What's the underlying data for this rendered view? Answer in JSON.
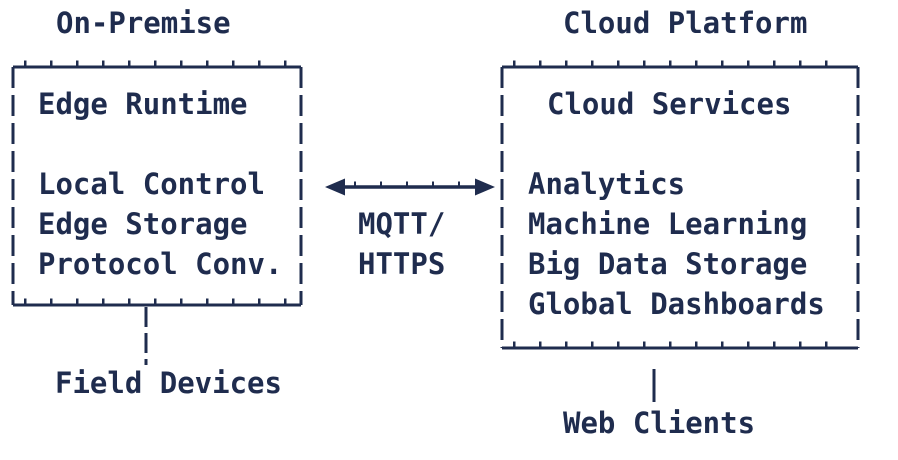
{
  "colors": {
    "ink": "#1f2c4e",
    "background": "#ffffff"
  },
  "on_premise": {
    "title": "On-Premise",
    "heading": "Edge Runtime",
    "items": [
      "Local Control",
      "Edge Storage",
      "Protocol Conv."
    ],
    "connected_label": "Field Devices"
  },
  "cloud_platform": {
    "title": "Cloud Platform",
    "heading": "Cloud Services",
    "items": [
      "Analytics",
      "Machine Learning",
      "Big Data Storage",
      "Global Dashboards"
    ],
    "connected_label": "Web Clients"
  },
  "connection": {
    "arrow": "bidirectional",
    "protocol_lines": [
      "MQTT/",
      "HTTPS"
    ]
  }
}
